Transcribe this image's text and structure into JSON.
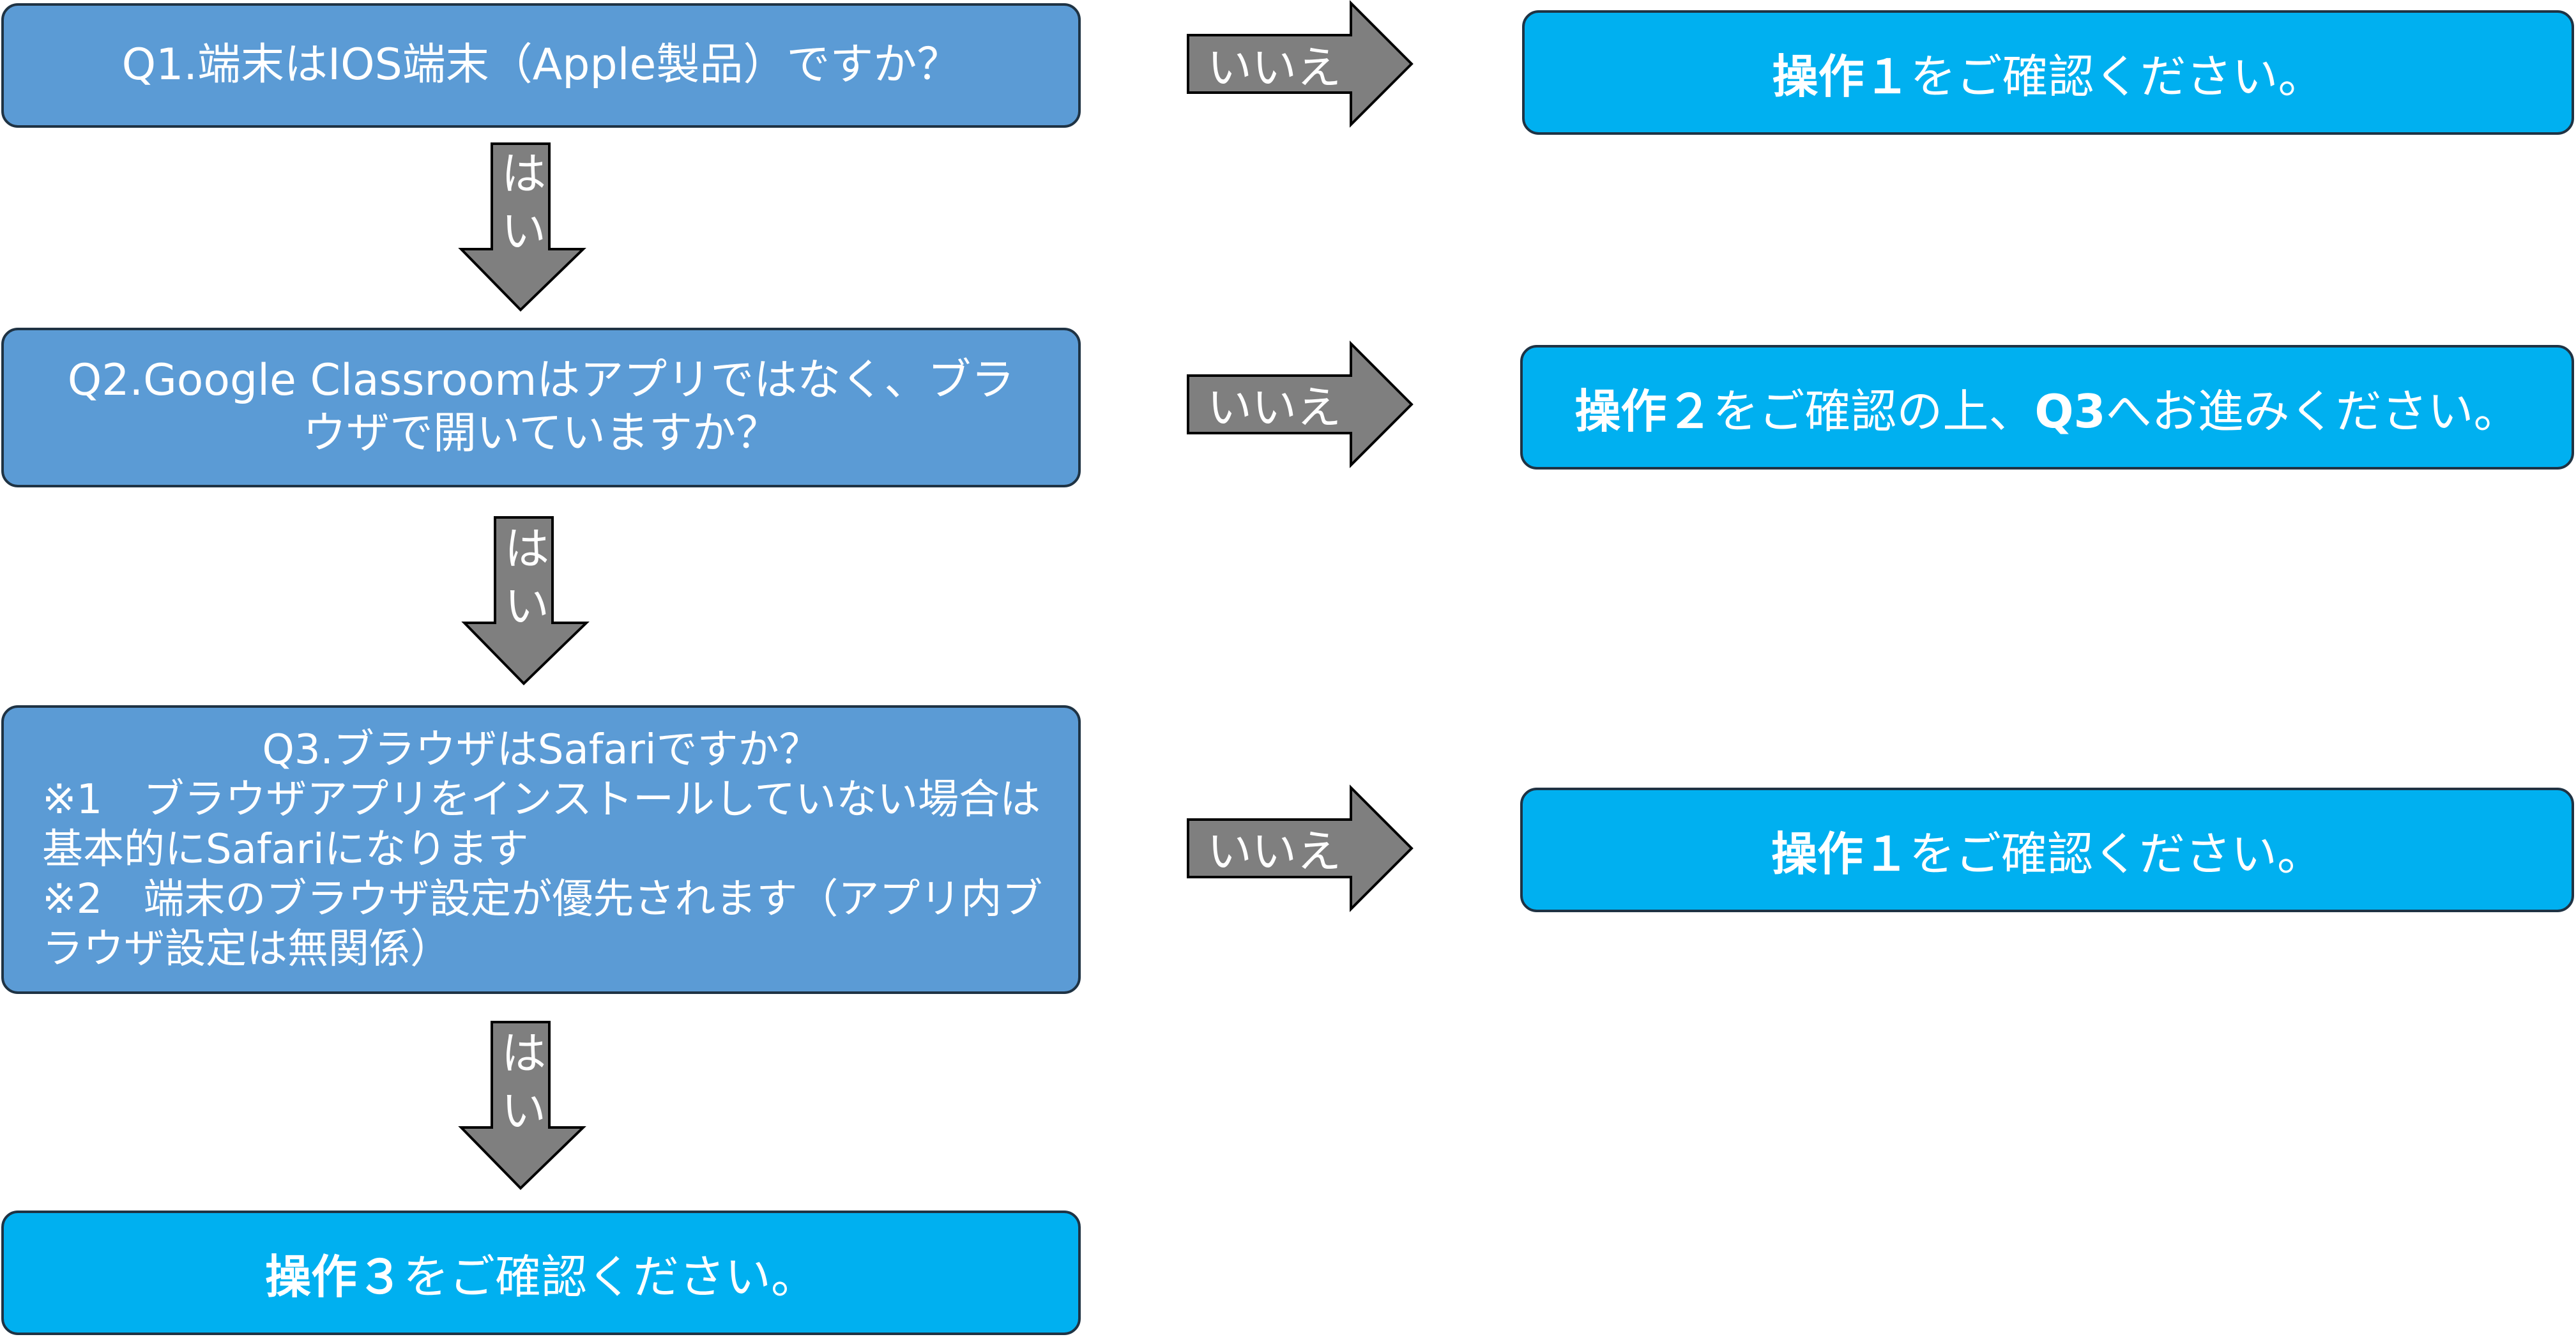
{
  "q1": {
    "text": "Q1.端末はIOS端末（Apple製品）ですか？"
  },
  "q2": {
    "line1": "Q2.Google Classroomはアプリではなく、ブラ",
    "line2": "ウザで開いていますか？"
  },
  "q3": {
    "title": "Q3.ブラウザはSafariですか？",
    "note1_line1": "※1　ブラウザアプリをインストールしていない場合は",
    "note1_line2": "基本的にSafariになります",
    "note2_line1": "※2　端末のブラウザ設定が優先されます（アプリ内ブ",
    "note2_line2": "ラウザ設定は無関係）"
  },
  "answers": {
    "a1": {
      "bold": "操作１",
      "rest": "をご確認ください。"
    },
    "a2": {
      "bold1": "操作２",
      "rest1": "をご確認の上、",
      "bold2": "Q3",
      "rest2": "へお進みください。"
    },
    "a3": {
      "bold": "操作１",
      "rest": "をご確認ください。"
    },
    "a4": {
      "bold": "操作３",
      "rest": "をご確認ください。"
    }
  },
  "arrows": {
    "no_label": "いいえ",
    "yes_line1": "は",
    "yes_line2": "い"
  },
  "colors": {
    "question_fill": "#5b9bd5",
    "answer_fill": "#00b0f0",
    "arrow_fill": "#7f7f7f",
    "border": "#1f3344"
  }
}
